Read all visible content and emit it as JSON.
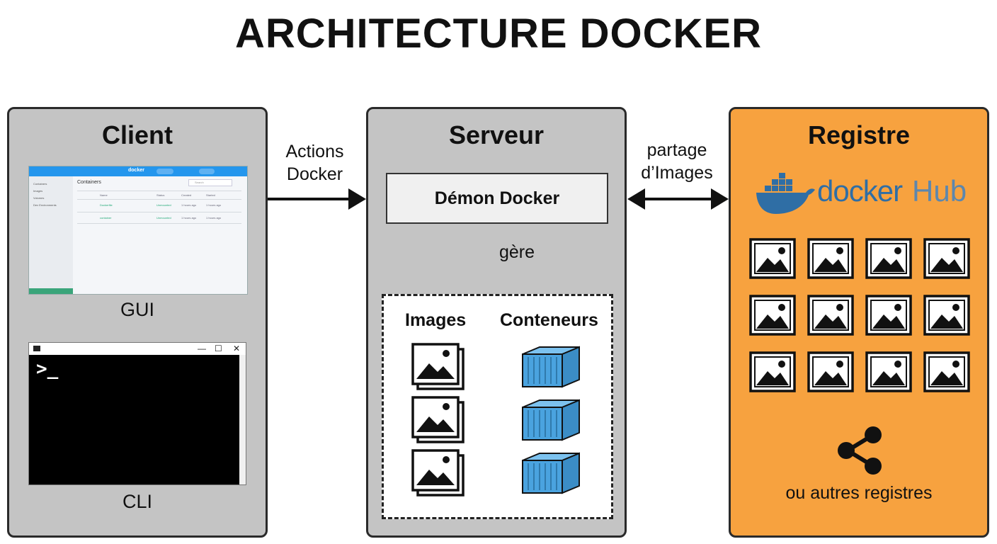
{
  "title": "ARCHITECTURE DOCKER",
  "client": {
    "title": "Client",
    "gui_label": "GUI",
    "cli_label": "CLI",
    "gui": {
      "app_name": "docker",
      "section_title": "Containers",
      "section_link": "Dockerfile",
      "search": "Search",
      "sidebar_items": [
        "Containers",
        "Images",
        "Volumes",
        "Dev Environments"
      ],
      "columns": [
        "Name",
        "Status",
        "Created",
        "Started"
      ],
      "rows": [
        {
          "name": "Dockerfile",
          "status": "Unmounted",
          "created": "1 hours ago",
          "started": "1 hours ago"
        },
        {
          "name": "container",
          "status": "Unmounted",
          "created": "1 hours ago",
          "started": "1 hours ago"
        }
      ]
    },
    "cli": {
      "prompt": ">_",
      "window_buttons": [
        "—",
        "☐",
        "✕"
      ]
    }
  },
  "arrows": {
    "client_to_server": "Actions\nDocker",
    "server_registry": "partage\nd’Images",
    "daemon_to_store": "gère"
  },
  "server": {
    "title": "Serveur",
    "daemon": "Démon Docker",
    "images_heading": "Images",
    "containers_heading": "Conteneurs",
    "icons": {
      "image": "image-stack-icon",
      "container": "shipping-container-icon"
    }
  },
  "registry": {
    "title": "Registre",
    "hub_brand": "docker",
    "hub_word": "Hub",
    "other": "ou autres registres",
    "icons": {
      "image": "image-icon",
      "share": "share-icon",
      "logo": "docker-whale-icon"
    }
  },
  "colors": {
    "panel_gray": "#c4c4c4",
    "registry_orange": "#f7a23f",
    "docker_blue": "#2496ed",
    "container_blue": "#4aa3df"
  }
}
